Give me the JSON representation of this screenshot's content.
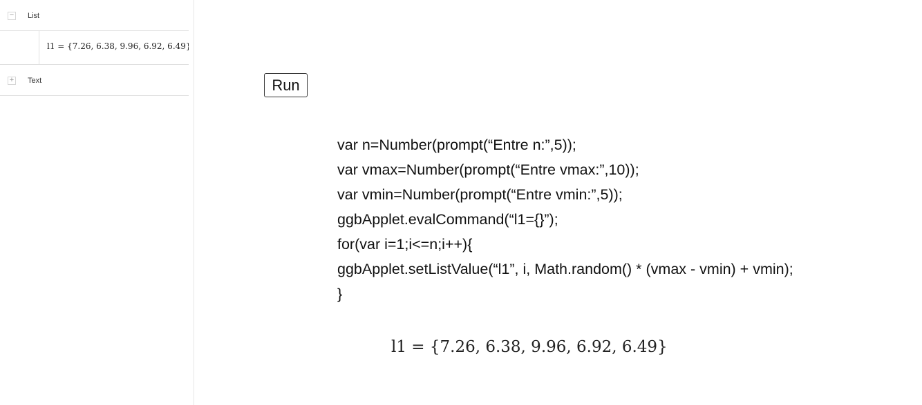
{
  "algebra_view": {
    "groups": [
      {
        "label": "List",
        "toggle": "−"
      },
      {
        "label": "Text",
        "toggle": "+"
      }
    ],
    "items": [
      {
        "text": "l1 = {7.26, 6.38, 9.96, 6.92, 6.49}"
      }
    ]
  },
  "graphics_view": {
    "run_button_label": "Run",
    "code_lines": [
      "var n=Number(prompt(“Entre n:”,5));",
      "var vmax=Number(prompt(“Entre vmax:”,10));",
      "var vmin=Number(prompt(“Entre vmin:”,5));",
      "ggbApplet.evalCommand(“l1={}”);",
      "for(var i=1;i<=n;i++){",
      "ggbApplet.setListValue(“l1”, i, Math.random() * (vmax - vmin) + vmin);",
      "}"
    ],
    "list_display": "l1 = {7.26, 6.38, 9.96, 6.92, 6.49}"
  }
}
